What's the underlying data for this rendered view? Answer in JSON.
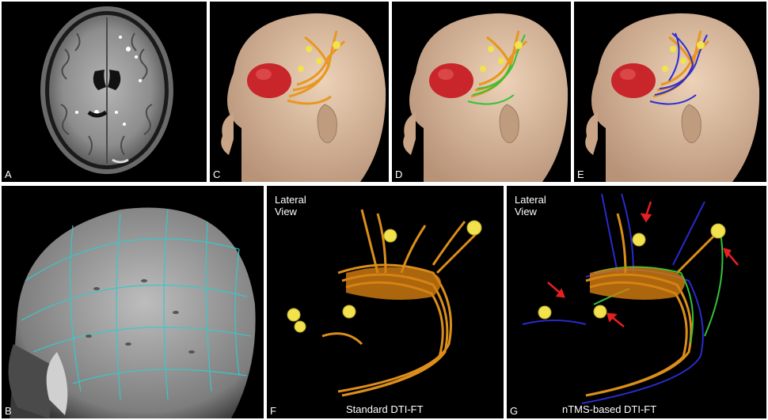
{
  "figure": {
    "panels": [
      {
        "letter": "A",
        "content": "axial-mri-slice"
      },
      {
        "letter": "C",
        "content": "head-render-tumor-standard-tracts"
      },
      {
        "letter": "D",
        "content": "head-render-tumor-tracts-green-overlay"
      },
      {
        "letter": "E",
        "content": "head-render-tumor-tracts-blue-overlay"
      },
      {
        "letter": "B",
        "content": "ntms-head-surface-grid"
      },
      {
        "letter": "F",
        "caption": "Standard DTI-FT",
        "view_label": "Lateral\nView"
      },
      {
        "letter": "G",
        "caption": "nTMS-based DTI-FT",
        "view_label": "Lateral\nView"
      }
    ]
  },
  "colors": {
    "skin": "#d9b89a",
    "tumor": "#c8262b",
    "tract_orange": "#e8961c",
    "tract_green": "#33c23a",
    "tract_blue": "#2c2dd6",
    "ntms_sphere": "#f2e24e",
    "grid_line": "#38c9c9",
    "arrow": "#e62020"
  }
}
